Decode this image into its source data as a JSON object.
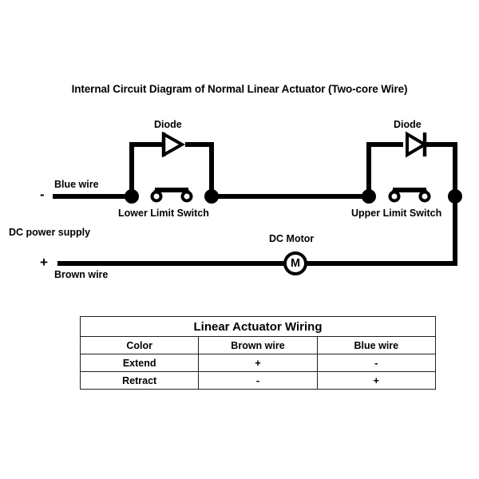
{
  "diagram": {
    "title": "Internal Circuit Diagram of Normal Linear Actuator (Two-core Wire)",
    "labels": {
      "diode_left": "Diode",
      "diode_right": "Diode",
      "blue_wire": "Blue wire",
      "brown_wire": "Brown wire",
      "lower_limit_switch": "Lower Limit Switch",
      "upper_limit_switch": "Upper Limit Switch",
      "dc_power_supply": "DC power supply",
      "dc_motor": "DC Motor",
      "motor_symbol": "M",
      "negative_terminal": "-",
      "positive_terminal": "+"
    },
    "colors": {
      "wire": "#000000",
      "background": "#ffffff",
      "table_border": "#231f20",
      "contact_fill": "#ffffff"
    }
  },
  "table": {
    "title": "Linear Actuator Wiring",
    "headers": [
      "Color",
      "Brown wire",
      "Blue wire"
    ],
    "rows": [
      {
        "label": "Extend",
        "brown": "+",
        "blue": "-"
      },
      {
        "label": "Retract",
        "brown": "-",
        "blue": "+"
      }
    ]
  }
}
